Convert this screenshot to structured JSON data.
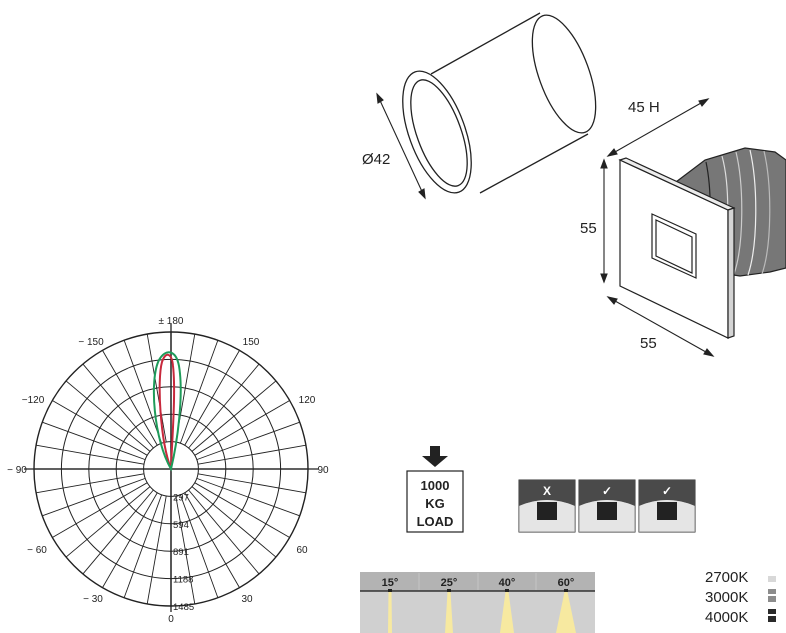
{
  "dimensions": {
    "diameter": "Ø42",
    "height": "45 H",
    "side_height": "55",
    "side_width": "55"
  },
  "polar": {
    "angle_labels": [
      "± 180",
      "150",
      "120",
      "90",
      "60",
      "30",
      "0",
      "− 30",
      "− 60",
      "− 90",
      "−120",
      "− 150"
    ],
    "ring_labels": [
      "297",
      "594",
      "891",
      "1188",
      "1485"
    ]
  },
  "load": {
    "line1": "1000",
    "line2": "KG",
    "line3": "LOAD"
  },
  "install_marks": [
    "X",
    "✓",
    "✓"
  ],
  "beam_angles": [
    "15°",
    "25°",
    "40°",
    "60°"
  ],
  "color_temps": [
    "2700K",
    "3000K",
    "4000K"
  ],
  "colors": {
    "curve_red": "#c8283c",
    "curve_green": "#1e9b5a",
    "beam_yellow": "#f7e9a0",
    "panel_gray": "#d0d0d0",
    "header_gray": "#b3b3b3",
    "dark_tile": "#4a4a4a",
    "swatch_2700": "#d8d8d8",
    "swatch_3000": "#8c8c8c",
    "swatch_4000": "#2a2a2a"
  }
}
